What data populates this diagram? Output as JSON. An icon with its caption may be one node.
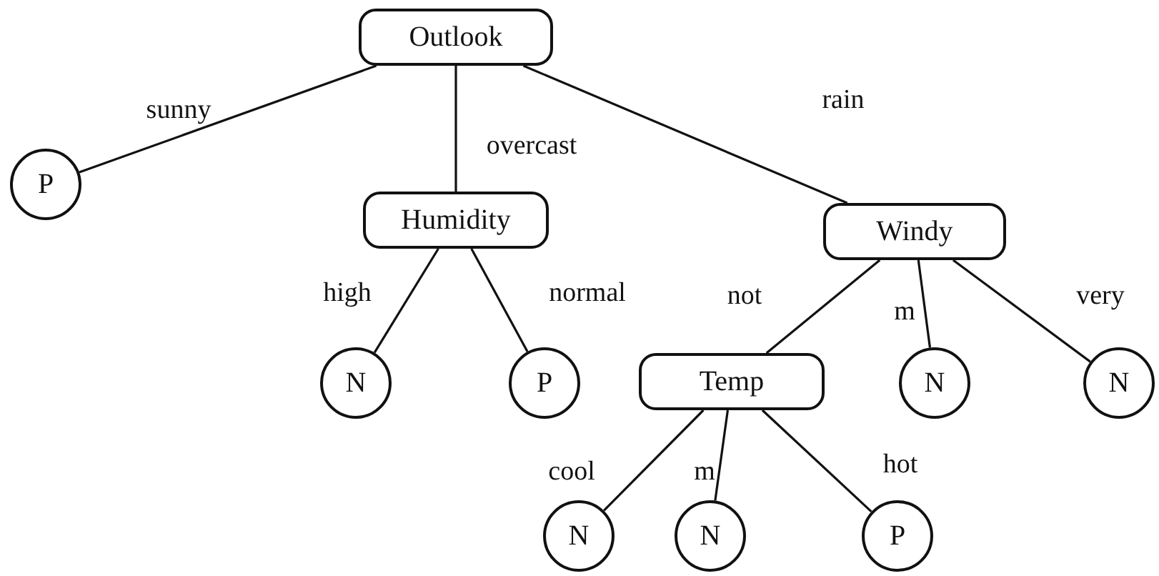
{
  "diagram": {
    "nodes": [
      {
        "text": [
          "Outlook"
        ]
      },
      {
        "text": [
          "P"
        ]
      },
      {
        "text": [
          "Humidity"
        ]
      },
      {
        "text": [
          "Windy"
        ]
      },
      {
        "text": [
          "N"
        ]
      },
      {
        "text": [
          "P"
        ]
      },
      {
        "text": [
          "Temp"
        ]
      },
      {
        "text": [
          "N"
        ]
      },
      {
        "text": [
          "N"
        ]
      },
      {
        "text": [
          "N"
        ]
      },
      {
        "text": [
          "N"
        ]
      },
      {
        "text": [
          "P"
        ]
      }
    ],
    "edges": [
      {
        "from": 0,
        "to": 1,
        "arrow": "none",
        "label": "sunny"
      },
      {
        "from": 0,
        "to": 2,
        "arrow": "none",
        "label": "overcast"
      },
      {
        "from": 0,
        "to": 3,
        "arrow": "none",
        "label": "rain"
      },
      {
        "from": 2,
        "to": 4,
        "arrow": "none",
        "label": "high"
      },
      {
        "from": 2,
        "to": 5,
        "arrow": "none",
        "label": "normal"
      },
      {
        "from": 3,
        "to": 6,
        "arrow": "none",
        "label": "not"
      },
      {
        "from": 3,
        "to": 7,
        "arrow": "none",
        "label": "m"
      },
      {
        "from": 3,
        "to": 8,
        "arrow": "none",
        "label": "very"
      },
      {
        "from": 6,
        "to": 9,
        "arrow": "none",
        "label": "cool"
      },
      {
        "from": 6,
        "to": 10,
        "arrow": "none",
        "label": "m"
      },
      {
        "from": 6,
        "to": 11,
        "arrow": "none",
        "label": "hot"
      }
    ]
  }
}
